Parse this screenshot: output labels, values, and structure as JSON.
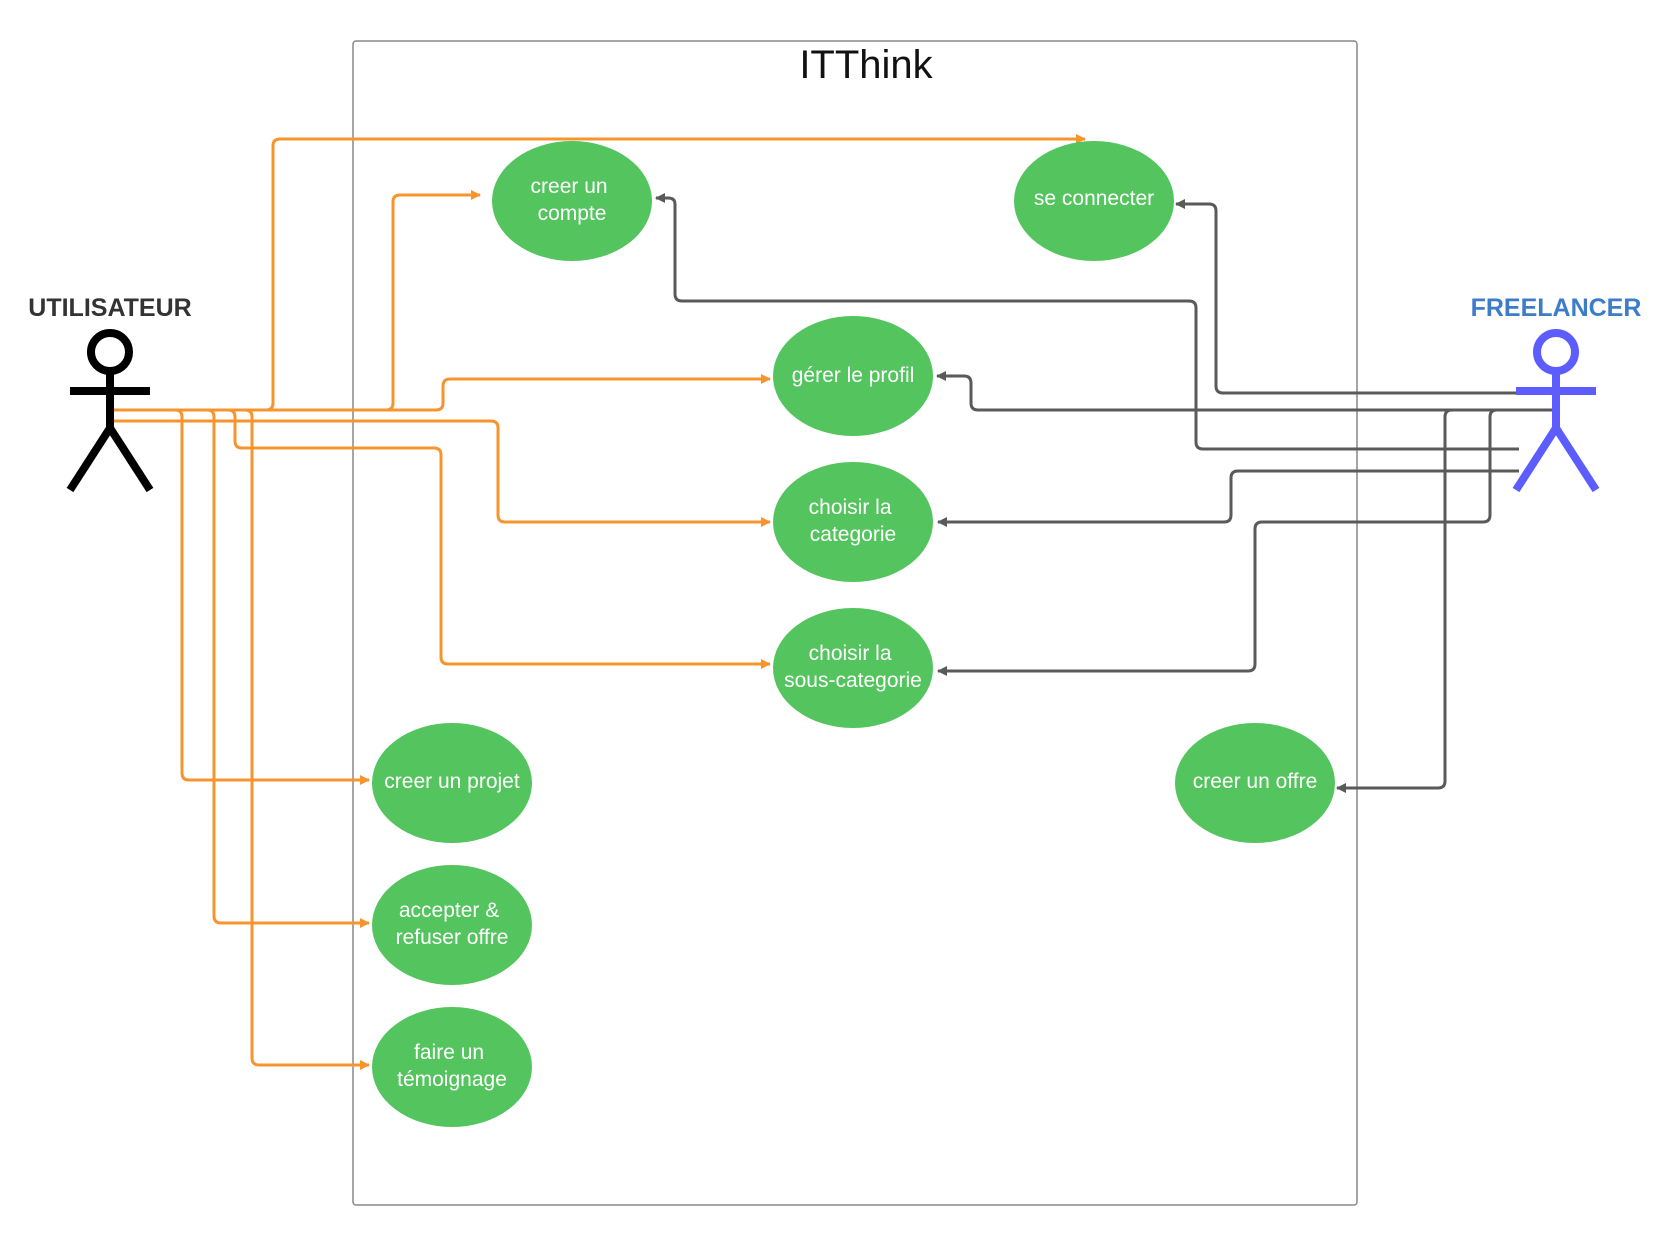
{
  "system": {
    "title": "ITThink"
  },
  "actors": {
    "user": {
      "label": "UTILISATEUR",
      "color": "#000000",
      "label_color": "#333333"
    },
    "freelancer": {
      "label": "FREELANCER",
      "color": "#5c5cff",
      "label_color": "#3d7cc9"
    }
  },
  "colors": {
    "use_case_fill": "#54c45e",
    "user_link": "#f7942e",
    "freelancer_link": "#5a5a5a",
    "boundary": "#888888"
  },
  "use_cases": {
    "creer_compte": [
      "creer un",
      "compte"
    ],
    "se_connecter": [
      "se connecter"
    ],
    "gerer_profil": [
      "gérer le profil"
    ],
    "choisir_categorie": [
      "choisir la",
      "categorie"
    ],
    "choisir_sous_categorie": [
      "choisir la",
      "sous-categorie"
    ],
    "creer_projet": [
      "creer un projet"
    ],
    "accepter_refuser": [
      "accepter &",
      "refuser offre"
    ],
    "temoignage": [
      "faire un",
      "témoignage"
    ],
    "creer_offre": [
      "creer un offre"
    ]
  },
  "links": {
    "user": [
      "se_connecter",
      "creer_compte",
      "gerer_profil",
      "choisir_categorie",
      "choisir_sous_categorie",
      "creer_projet",
      "accepter_refuser",
      "temoignage"
    ],
    "freelancer": [
      "se_connecter",
      "creer_compte",
      "gerer_profil",
      "choisir_categorie",
      "choisir_sous_categorie",
      "creer_offre"
    ]
  }
}
